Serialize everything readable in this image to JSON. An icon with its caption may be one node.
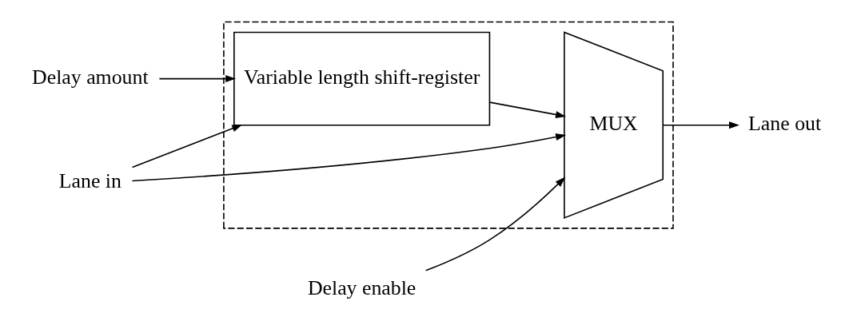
{
  "diagram": {
    "nodes": [
      {
        "text": [],
        "shape": "box"
      },
      {
        "text": [
          "Variable length shift-register"
        ],
        "in": 0
      },
      {
        "text": [
          "MUX"
        ],
        "in": 0
      },
      {
        "text": [
          "Lane in"
        ]
      },
      {
        "text": [
          "Delay amount"
        ]
      },
      {
        "text": [
          "Delay enable"
        ]
      },
      {
        "text": [
          "Lane out"
        ]
      }
    ],
    "edges": [
      {
        "from": 3,
        "to": 2,
        "arrow": "to"
      },
      {
        "from": 3,
        "to": 1,
        "arrow": "to"
      },
      {
        "from": 4,
        "to": 1,
        "arrow": "to"
      },
      {
        "from": 1,
        "to": 2,
        "arrow": "to"
      },
      {
        "from": 5,
        "to": 2,
        "arrow": "to"
      },
      {
        "from": 2,
        "to": 6,
        "arrow": "to"
      }
    ]
  }
}
